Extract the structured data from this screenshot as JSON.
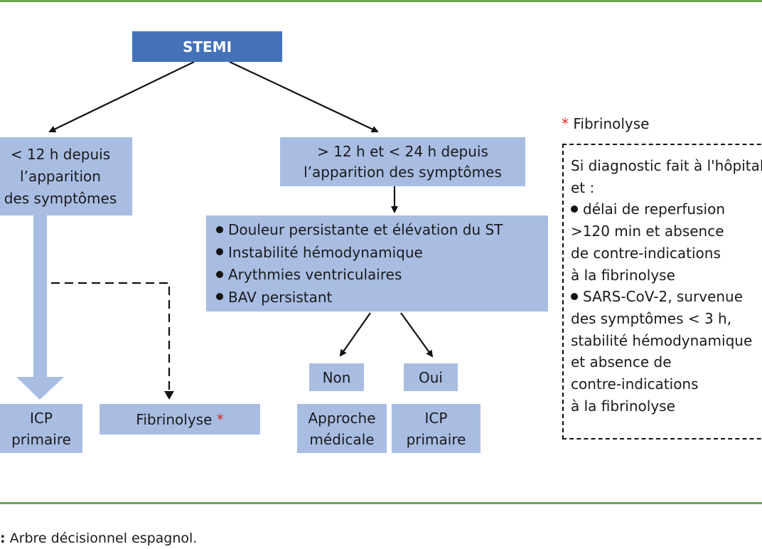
{
  "diagram": {
    "root": "STEMI",
    "left_branch": {
      "condition_lines": [
        "< 12 h depuis",
        "l’apparition",
        "des symptômes"
      ],
      "outcome_primary": [
        "ICP",
        "primaire"
      ],
      "outcome_alternative": "Fibrinolyse",
      "outcome_alternative_marker": "*"
    },
    "right_branch": {
      "condition_lines": [
        "> 12 h et < 24 h depuis",
        "l’apparition des symptômes"
      ],
      "criteria": [
        "Douleur persistante et élévation du ST",
        "Instabilité hémodynamique",
        "Arythmies ventriculaires",
        "BAV persistant"
      ],
      "decisions": [
        {
          "label": "Non",
          "outcome": [
            "Approche",
            "médicale"
          ]
        },
        {
          "label": "Oui",
          "outcome": [
            "ICP",
            "primaire"
          ]
        }
      ]
    },
    "footnote": {
      "marker": "*",
      "title": "Fibrinolyse",
      "lines": [
        "Si diagnostic fait à l'hôpital",
        "et :",
        "délai de reperfusion",
        ">120 min et absence",
        "de contre-indications",
        "à la fibrinolyse",
        "SARS-CoV-2, survenue",
        "des symptômes < 3 h,",
        "stabilité hémodynamique",
        "et absence de",
        "contre-indications",
        "à la fibrinolyse"
      ]
    }
  },
  "caption": {
    "label": ":",
    "text": " Arbre décisionnel espagnol."
  },
  "colors": {
    "root_fill": "#4472b8",
    "node_fill": "#a9bde3",
    "rule": "#6aa84f",
    "asterisk": "#d62b2b"
  }
}
